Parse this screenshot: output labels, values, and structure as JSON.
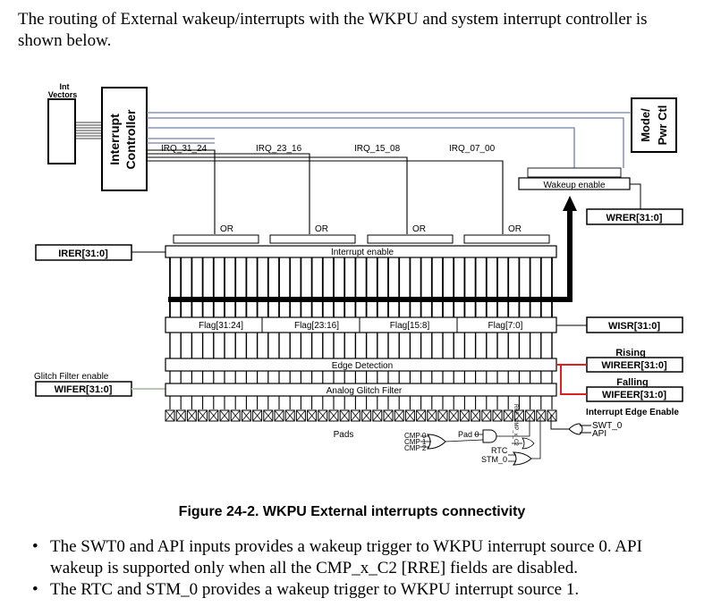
{
  "intro_text": "The routing of External wakeup/interrupts with the WKPU and system interrupt controller is shown below.",
  "diagram": {
    "int_vectors": [
      "Int",
      "Vectors"
    ],
    "interrupt_controller": [
      "Interrupt",
      "Controller"
    ],
    "mode_pwr_ctl": [
      "Mode/",
      "Pwr Ctl"
    ],
    "irq_labels": [
      "IRQ_31_24",
      "IRQ_23_16",
      "IRQ_15_08",
      "IRQ_07_00"
    ],
    "or_label": "OR",
    "wakeup_enable": "Wakeup enable",
    "wrer": "WRER[31:0]",
    "irer": "IRER[31:0]",
    "interrupt_enable": "Interrupt enable",
    "flags": [
      "Flag[31:24]",
      "Flag[23:16]",
      "Flag[15:8]",
      "Flag[7:0]"
    ],
    "wisr": "WISR[31:0]",
    "rising": "Rising",
    "wireer": "WIREER[31:0]",
    "edge_detection": "Edge Detection",
    "glitch_filter_enable": "Glitch Filter enable",
    "wifer": "WIFER[31:0]",
    "falling": "Falling",
    "wifeer": "WIFEER[31:0]",
    "analog_glitch_filter": "Analog Glitch Filter",
    "interrupt_edge_enable": "Interrupt Edge Enable",
    "swt_0": "SWT_0",
    "api": "API",
    "pads": "Pads",
    "cmp_labels": [
      "CMP 0",
      "CMP 1",
      "CMP 2"
    ],
    "pad_0": "Pad 0",
    "rtc": "RTC",
    "stm_0": "STM_0",
    "vertical_tag": "RRE_CMP_x_C2",
    "colors": {
      "accent_red": "#e02020",
      "glitch_line": "#b8c8b0"
    }
  },
  "caption": "Figure 24-2. WKPU External interrupts connectivity",
  "bullets": [
    "The SWT0 and API inputs provides a wakeup trigger to WKPU interrupt source 0. API wakeup is supported only when all the CMP_x_C2 [RRE] fields are disabled.",
    "The RTC and STM_0 provides a wakeup trigger to WKPU interrupt source 1."
  ]
}
